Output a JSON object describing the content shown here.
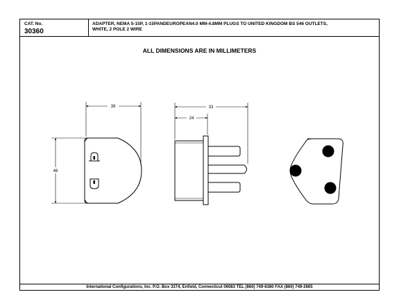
{
  "header": {
    "cat_label": "CAT. No.",
    "cat_number": "30360",
    "description_line1": "ADAPTER, NEMA 5-15P, 1-15PANDEUROPEAN4.0 MM-4.8MM PLUGS TO UNITED KINGDOM BS 546 OUTLETS,",
    "description_line2": "WHITE, 2 POLE 2 WIRE"
  },
  "note": "ALL DIMENSIONS ARE IN MILLIMETERS",
  "dimensions": {
    "front_width": "39",
    "front_height": "48",
    "side_overall": "33",
    "side_body": "24"
  },
  "footer": "International Configurations, Inc. P.O. Box 3374, Enfield, Connecticut 06083 TEL (860) 749-6380 FAX (860) 749-2665"
}
